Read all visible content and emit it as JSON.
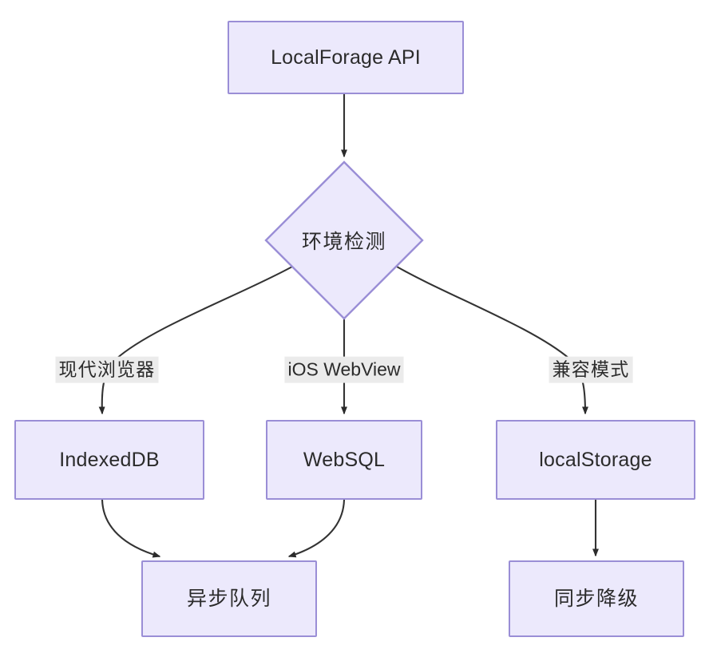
{
  "diagram": {
    "type": "flowchart",
    "direction": "top-down",
    "title": "LocalForage API storage driver selection",
    "theme": {
      "node_fill": "#ece9fc",
      "node_stroke": "#9a8ed6",
      "edge_stroke": "#333333",
      "edge_label_bg": "#ebebeb",
      "text_color": "#2b2b2b",
      "canvas_bg": "#ffffff"
    },
    "nodes": [
      {
        "id": "api",
        "label": "LocalForage API",
        "shape": "rect",
        "script": "latin"
      },
      {
        "id": "detect",
        "label": "环境检测",
        "shape": "diamond",
        "script": "cjk"
      },
      {
        "id": "indexeddb",
        "label": "IndexedDB",
        "shape": "rect",
        "script": "latin"
      },
      {
        "id": "websql",
        "label": "WebSQL",
        "shape": "rect",
        "script": "latin"
      },
      {
        "id": "localstorage",
        "label": "localStorage",
        "shape": "rect",
        "script": "latin"
      },
      {
        "id": "asyncqueue",
        "label": "异步队列",
        "shape": "rect",
        "script": "cjk"
      },
      {
        "id": "syncfallback",
        "label": "同步降级",
        "shape": "rect",
        "script": "cjk"
      }
    ],
    "edges": [
      {
        "from": "api",
        "to": "detect",
        "label": ""
      },
      {
        "from": "detect",
        "to": "indexeddb",
        "label": "现代浏览器",
        "script": "cjk"
      },
      {
        "from": "detect",
        "to": "websql",
        "label": "iOS WebView",
        "script": "latin"
      },
      {
        "from": "detect",
        "to": "localstorage",
        "label": "兼容模式",
        "script": "cjk"
      },
      {
        "from": "indexeddb",
        "to": "asyncqueue",
        "label": ""
      },
      {
        "from": "websql",
        "to": "asyncqueue",
        "label": ""
      },
      {
        "from": "localstorage",
        "to": "syncfallback",
        "label": ""
      }
    ]
  }
}
